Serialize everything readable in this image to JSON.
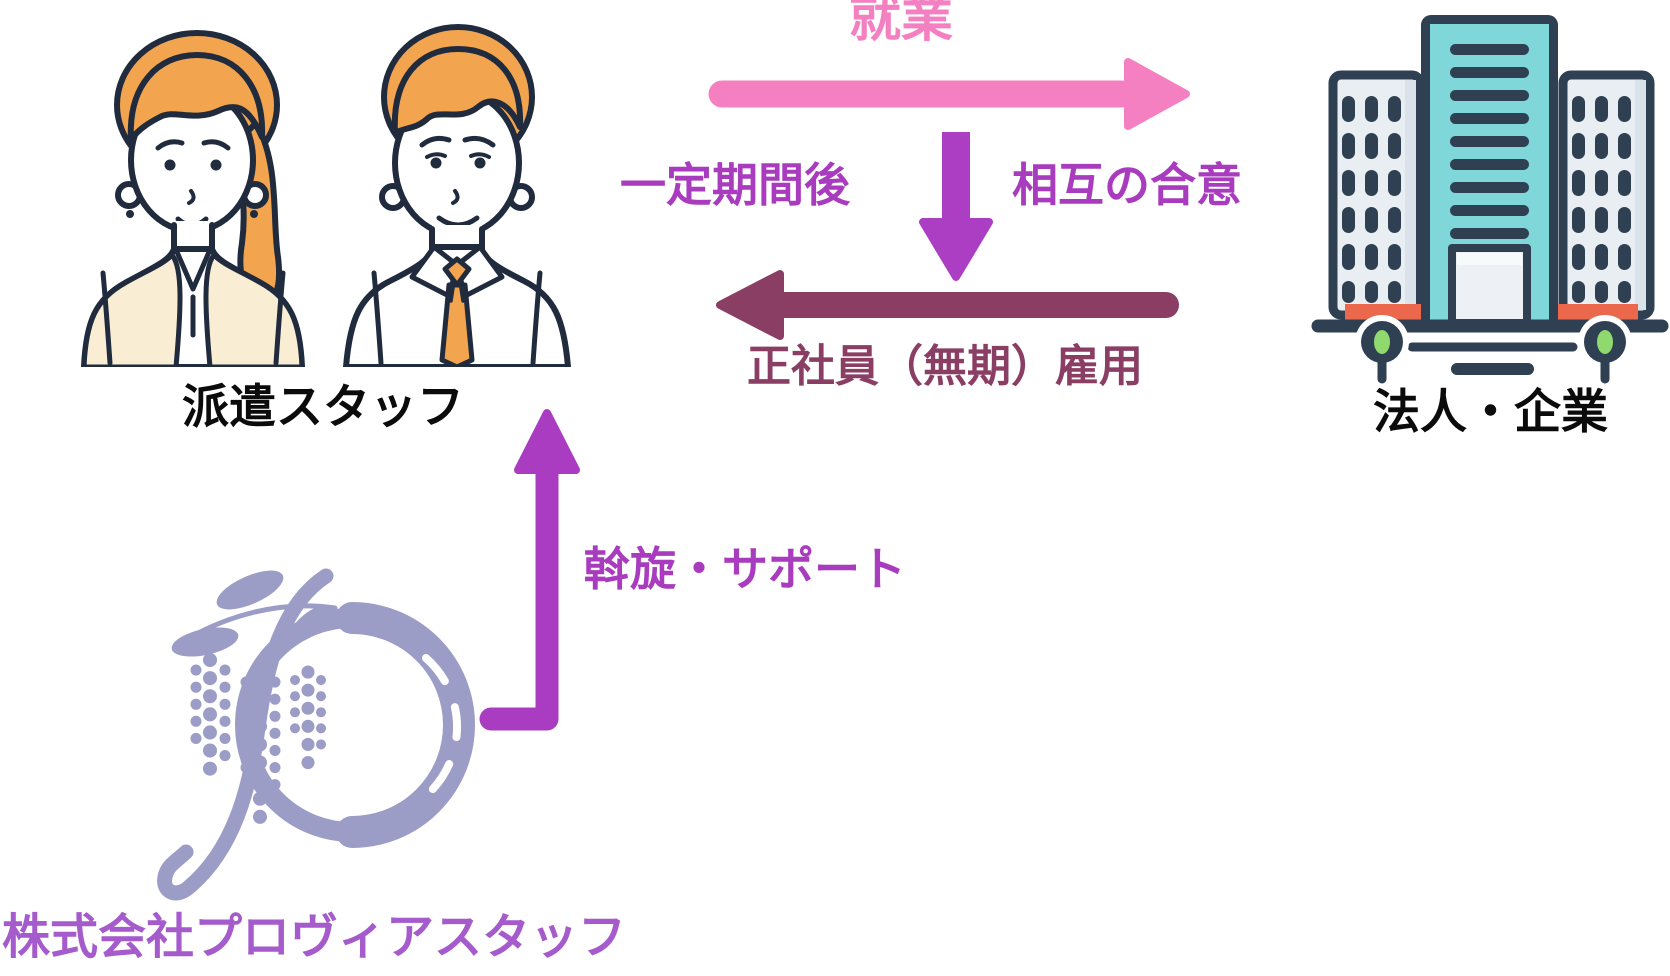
{
  "diagram": {
    "staff_label": "派遣スタッフ",
    "company_label": "法人・企業",
    "agency_label": "株式会社プロヴィアスタッフ",
    "arrow_employment": "就業",
    "arrow_after_period": "一定期間後",
    "arrow_mutual_agreement": "相互の合意",
    "arrow_permanent_hire": "正社員（無期）雇用",
    "arrow_support": "斡旋・サポート"
  },
  "relations": [
    {
      "from": "派遣スタッフ",
      "to": "法人・企業",
      "label": "就業",
      "direction": "right"
    },
    {
      "from": "就業",
      "to": "正社員（無期）雇用",
      "label": "一定期間後 / 相互の合意",
      "direction": "down"
    },
    {
      "from": "法人・企業",
      "to": "派遣スタッフ",
      "label": "正社員（無期）雇用",
      "direction": "left"
    },
    {
      "from": "株式会社プロヴィアスタッフ",
      "to": "派遣スタッフ",
      "label": "斡旋・サポート",
      "direction": "up"
    }
  ],
  "colors": {
    "employment_pink": "#f480c1",
    "agreement_purple": "#a93cbe",
    "support_purple": "#a93cc0",
    "permanent_hire_maroon": "#8a3e64",
    "agency_text_purple": "#a55bcb",
    "label_black": "#0b0b0b",
    "outline_navy": "#212b3e",
    "building_navy": "#2f4052",
    "building_teal": "#80d7da",
    "building_gray": "#e9eef3",
    "building_gray_shade": "#dae2ea",
    "building_red": "#ec684c",
    "lamp_green": "#8fd96e",
    "hair_orange": "#f2a44e",
    "cardigan_cream": "#f9edd4",
    "logo_lavender": "#9c9dc6"
  },
  "icons": [
    {
      "name": "dispatch-staff-illustration",
      "meaning": "派遣スタッフ（女性・男性）"
    },
    {
      "name": "office-building-icon",
      "meaning": "法人・企業"
    },
    {
      "name": "wisteria-p-logo",
      "meaning": "株式会社プロヴィアスタッフ"
    }
  ]
}
